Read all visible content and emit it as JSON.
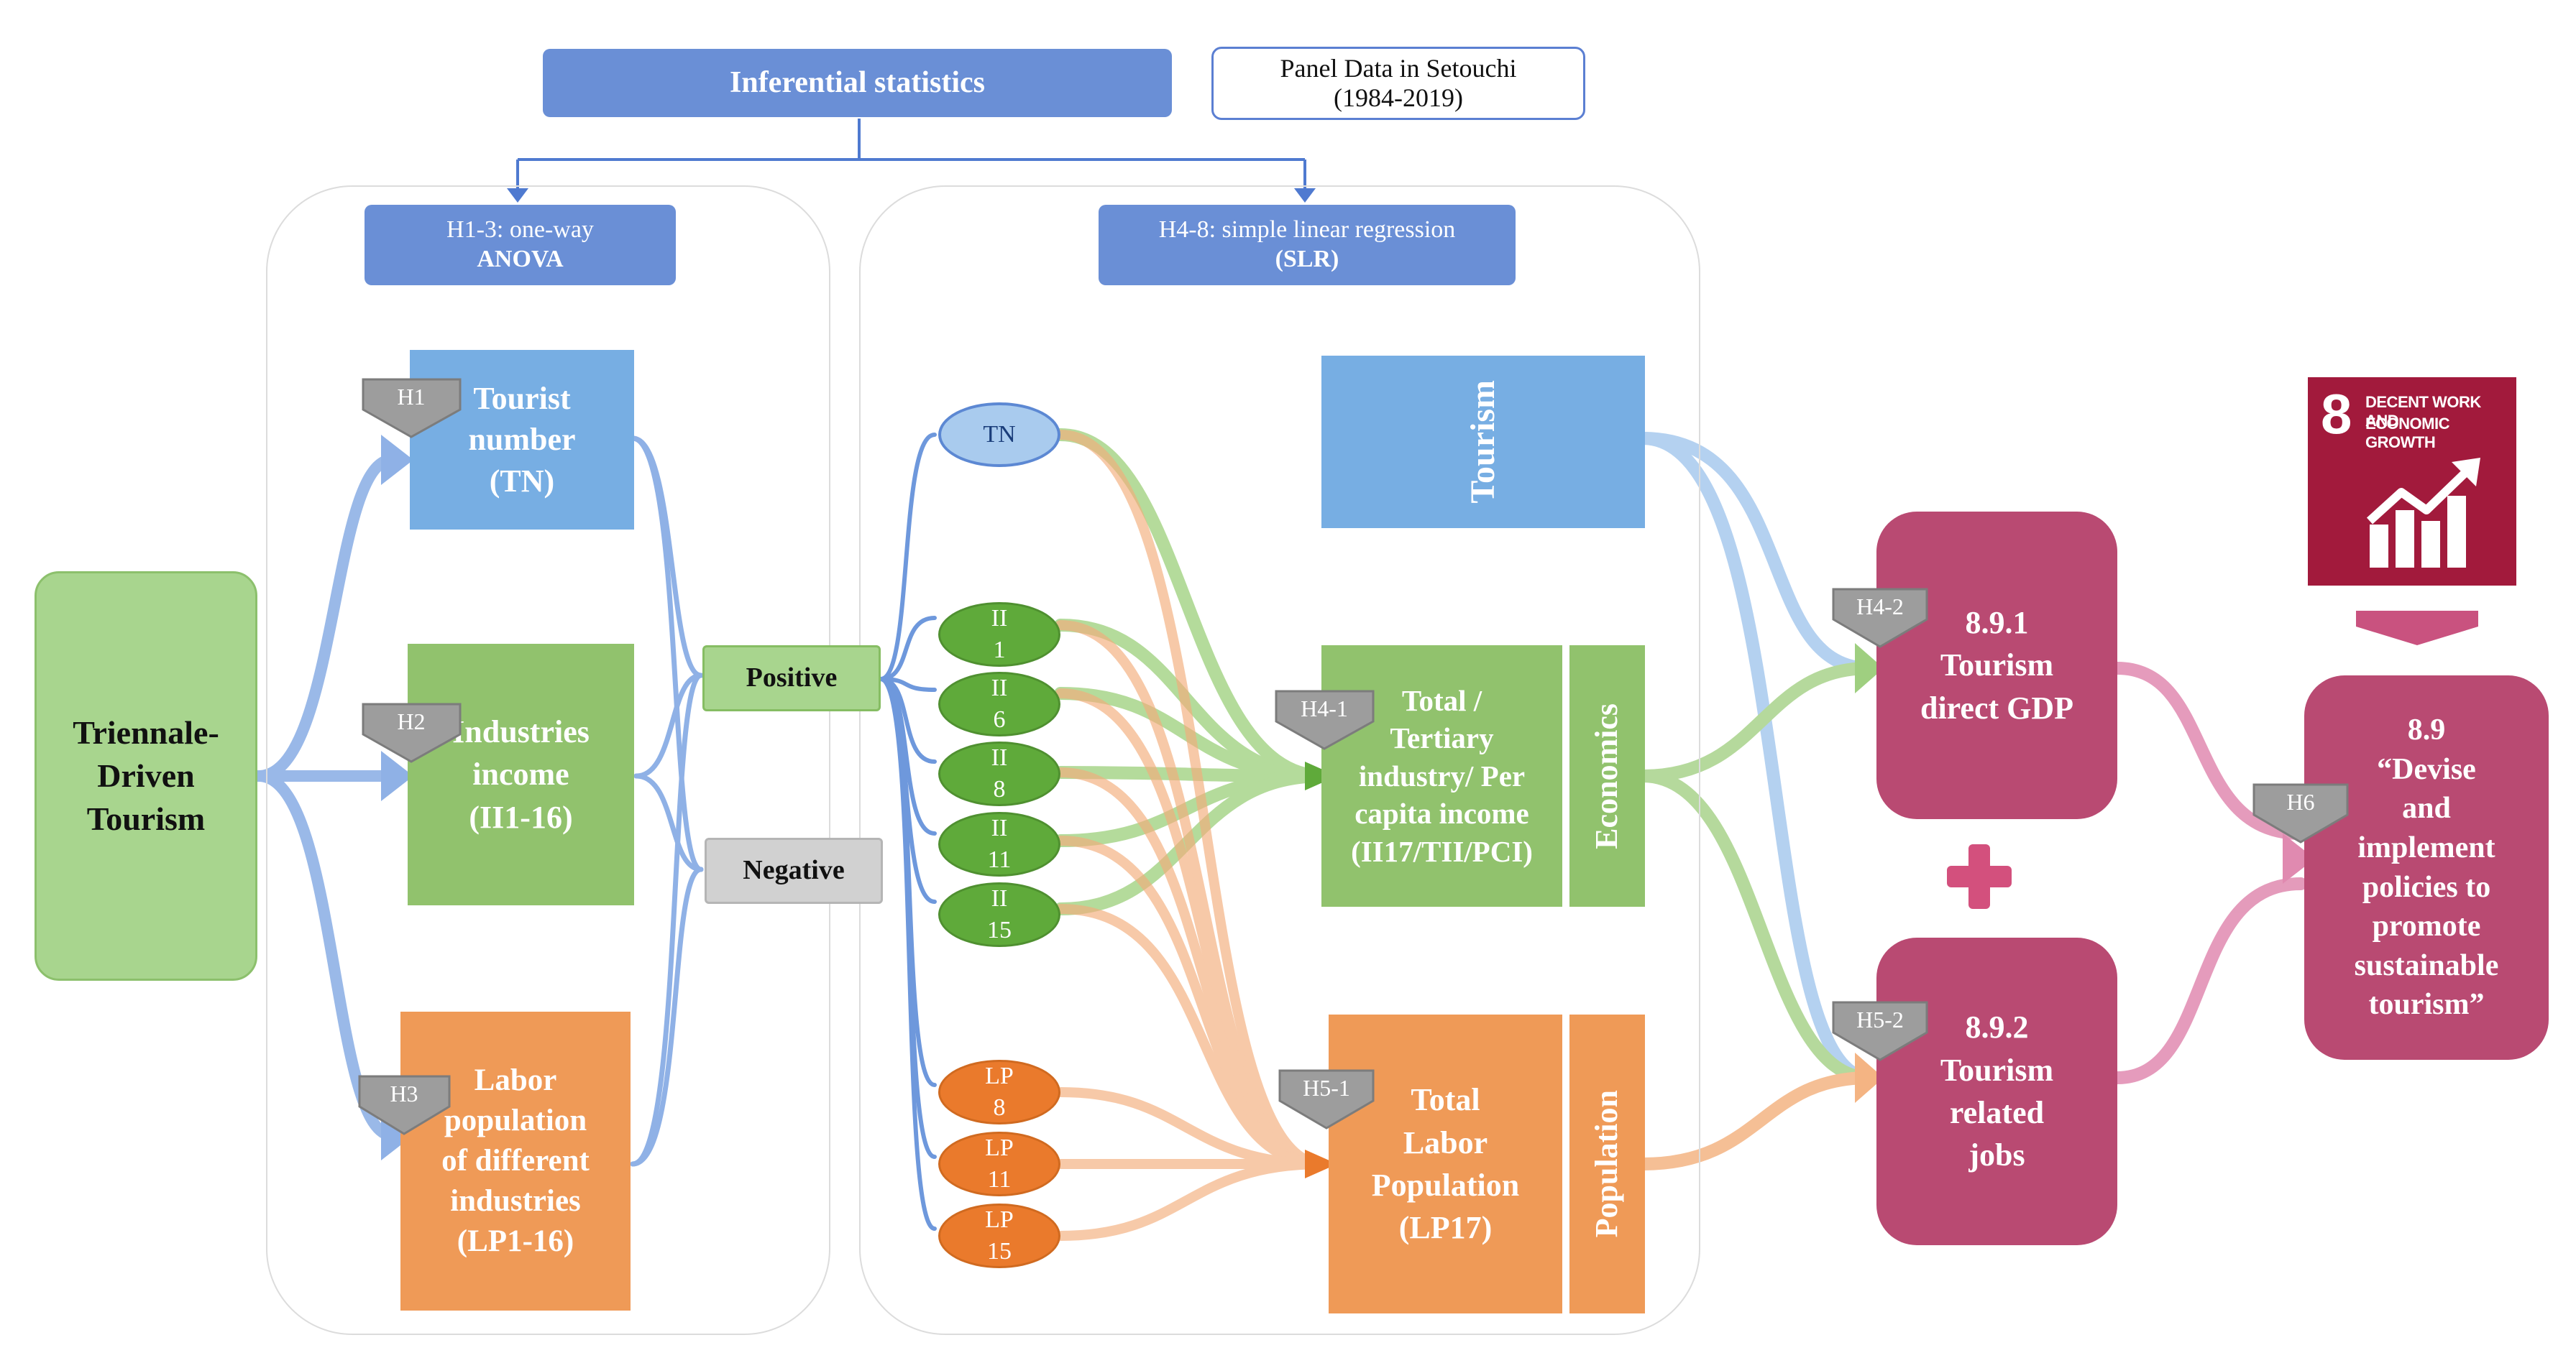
{
  "header": {
    "inferential": "Inferential statistics",
    "panel_data_line1": "Panel Data in Setouchi",
    "panel_data_line2": "(1984-2019)"
  },
  "anova": {
    "line1": "H1-3: one-way",
    "line2": "ANOVA"
  },
  "slr": {
    "line1": "H4-8: simple linear regression",
    "line2": "(SLR)"
  },
  "source": {
    "lines": [
      "Triennale-",
      "Driven",
      "Tourism"
    ]
  },
  "anova_boxes": {
    "tn": [
      "Tourist",
      "number",
      "(TN)"
    ],
    "ii": [
      "Industries",
      "income",
      "(II1-16)"
    ],
    "lp": [
      "Labor",
      "population",
      "of different",
      "industries",
      "(LP1-16)"
    ]
  },
  "h_labels": {
    "h1": "H1",
    "h2": "H2",
    "h3": "H3",
    "h4_1": "H4-1",
    "h4_2": "H4-2",
    "h5_1": "H5-1",
    "h5_2": "H5-2",
    "h6": "H6"
  },
  "results": {
    "positive": "Positive",
    "negative": "Negative"
  },
  "ovals": {
    "tn": [
      "TN"
    ],
    "ii1": [
      "II",
      "1"
    ],
    "ii6": [
      "II",
      "6"
    ],
    "ii8": [
      "II",
      "8"
    ],
    "ii11": [
      "II",
      "11"
    ],
    "ii15": [
      "II",
      "15"
    ],
    "lp8": [
      "LP",
      "8"
    ],
    "lp11": [
      "LP",
      "11"
    ],
    "lp15": [
      "LP",
      "15"
    ]
  },
  "categories": {
    "tourism": "Tourism",
    "economics": "Economics",
    "population": "Population"
  },
  "totals": {
    "income": [
      "Total /",
      "Tertiary",
      "industry/ Per",
      "capita income",
      "(II17/TII/PCI)"
    ],
    "labor": [
      "Total",
      "Labor",
      "Population",
      "(LP17)"
    ]
  },
  "indicators": {
    "gdp": [
      "8.9.1",
      "Tourism",
      "direct GDP"
    ],
    "jobs": [
      "8.9.2",
      "Tourism",
      "related",
      "jobs"
    ],
    "target": [
      "8.9",
      "“Devise",
      "and",
      "implement",
      "policies to",
      "promote",
      "sustainable",
      "tourism”"
    ]
  },
  "sdg": {
    "number": "8",
    "line1": "DECENT WORK AND",
    "line2": "ECONOMIC GROWTH"
  },
  "colors": {
    "blue_header": "#6a8fd6",
    "light_blue": "#77aee3",
    "green": "#91c26d",
    "dark_green": "#5faa3a",
    "orange": "#ef9a57",
    "dark_orange": "#ea7a2c",
    "magenta": "#b94a72",
    "sdg_red": "#a21a3c"
  }
}
